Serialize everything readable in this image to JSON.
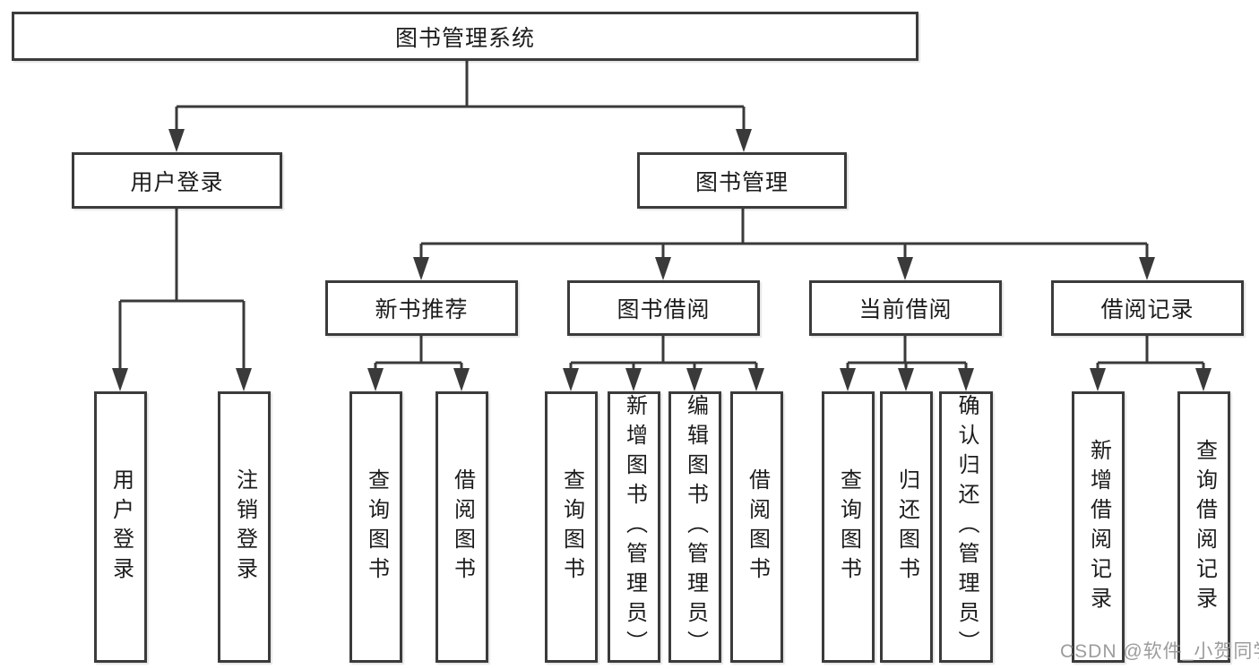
{
  "nodes": {
    "root": "图书管理系统",
    "user_login": "用户登录",
    "book_management": "图书管理",
    "new_book_recommend": "新书推荐",
    "book_borrow": "图书借阅",
    "current_borrow": "当前借阅",
    "borrow_records": "借阅记录",
    "login": "用户登录",
    "logout": "注销登录",
    "nb_query_books": "查询图书",
    "nb_borrow_books": "借阅图书",
    "bb_query_books": "查询图书",
    "bb_add_books_admin": "新增图书（管理员）",
    "bb_edit_books_admin": "编辑图书（管理员）",
    "bb_borrow_books": "借阅图书",
    "cb_query_books": "查询图书",
    "cb_return_books": "归还图书",
    "cb_confirm_return_admin": "确认归还（管理员）",
    "br_add_record": "新增借阅记录",
    "br_query_record": "查询借阅记录"
  },
  "watermark": "CSDN @软件_小贺同学",
  "colors": {
    "line": "#3a3a3a",
    "border": "#3b3b3b",
    "text": "#1c1c1c",
    "watermark": "#949494",
    "background": "#ffffff"
  }
}
